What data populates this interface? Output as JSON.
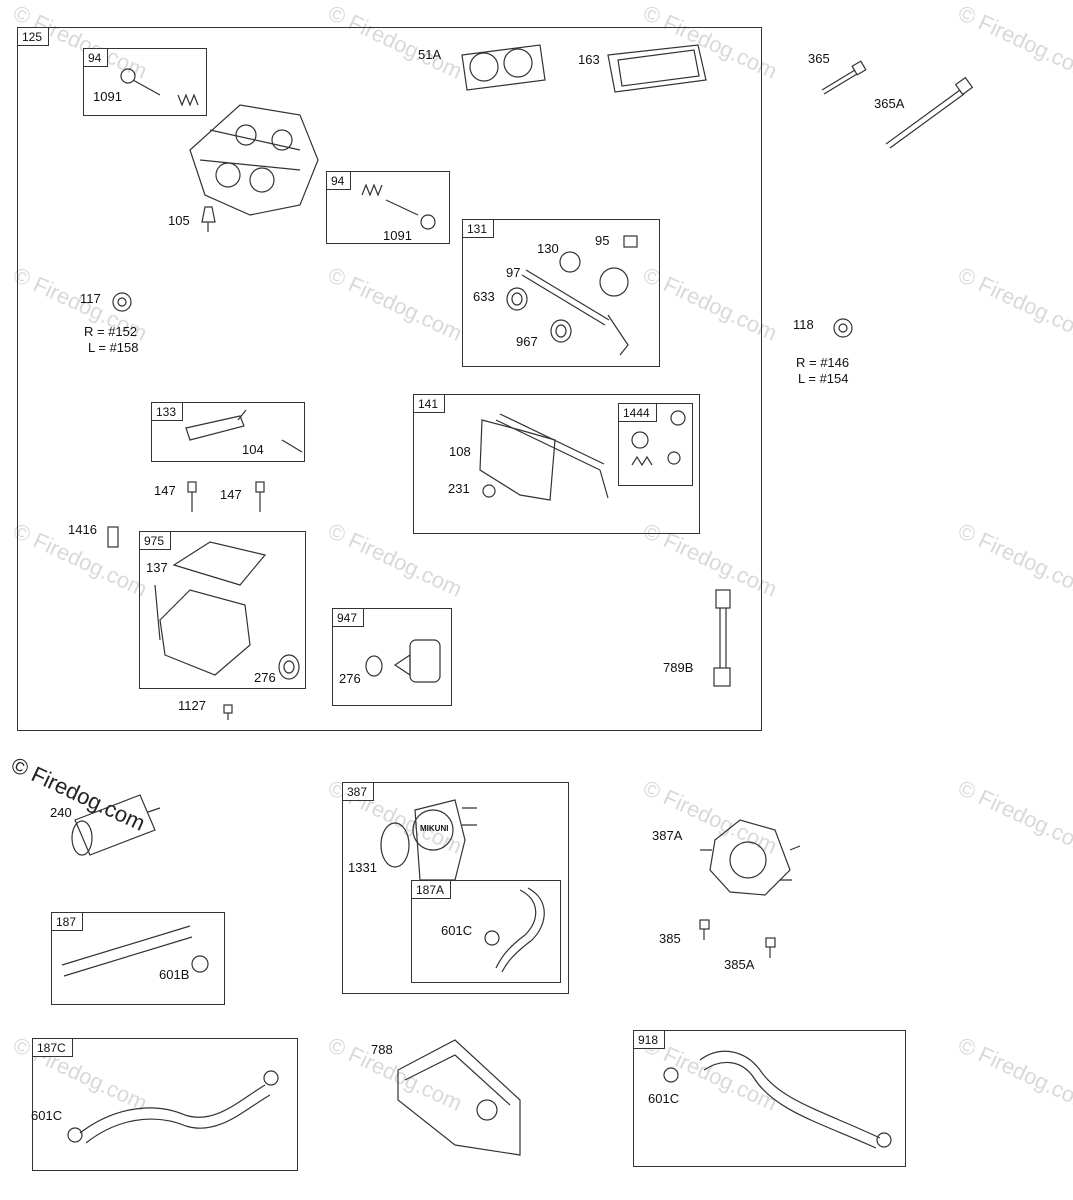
{
  "watermark": {
    "text": "© Firedog.com"
  },
  "groups": {
    "g125": "125",
    "g94a": "94",
    "g94b": "94",
    "g131": "131",
    "g133": "133",
    "g141": "141",
    "g1444": "1444",
    "g975": "975",
    "g947": "947",
    "g387": "387",
    "g187A": "187A",
    "g187": "187",
    "g187C": "187C",
    "g918": "918"
  },
  "labels": {
    "p51A": "51A",
    "p163": "163",
    "p365": "365",
    "p365A": "365A",
    "p1091a": "1091",
    "p1091b": "1091",
    "p105": "105",
    "p130": "130",
    "p95": "95",
    "p97": "97",
    "p633": "633",
    "p967": "967",
    "p117": "117",
    "p117r": "R = #152",
    "p117l": "L = #158",
    "p118": "118",
    "p118r": "R = #146",
    "p118l": "L = #154",
    "p104": "104",
    "p108": "108",
    "p231": "231",
    "p147a": "147",
    "p147b": "147",
    "p1416": "1416",
    "p137": "137",
    "p276a": "276",
    "p276b": "276",
    "p1127": "1127",
    "p789B": "789B",
    "p240": "240",
    "p1331": "1331",
    "p601Ca": "601C",
    "p601Cb": "601C",
    "p601Cc": "601C",
    "p601B": "601B",
    "p387A": "387A",
    "p385": "385",
    "p385A": "385A",
    "p788": "788",
    "mikuni": "MIKUNI"
  }
}
